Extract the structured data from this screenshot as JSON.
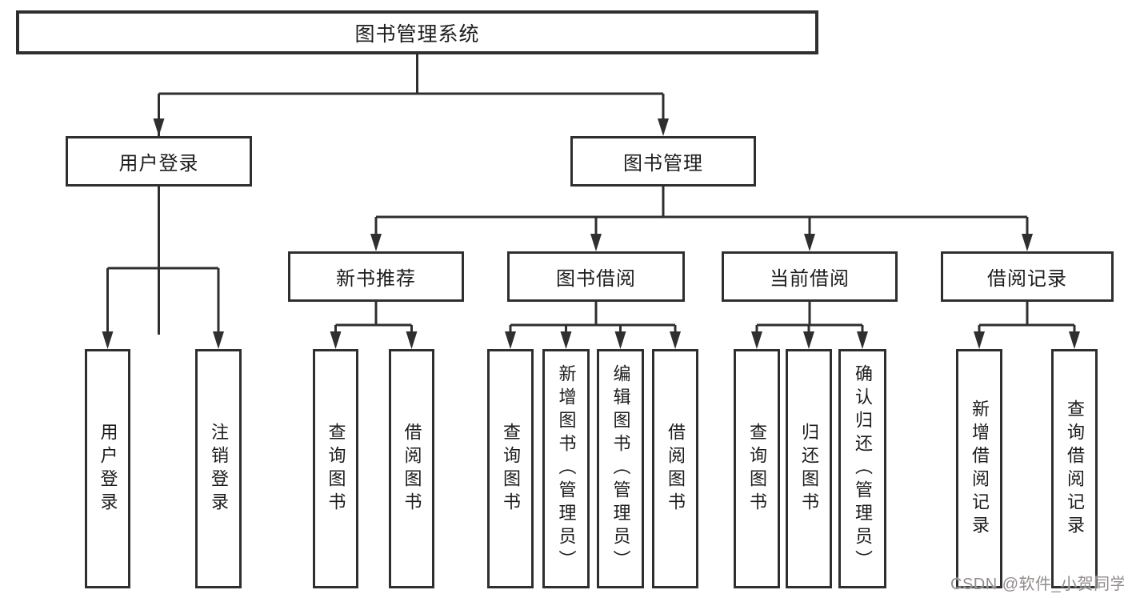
{
  "diagram": {
    "title": "图书管理系统",
    "tree": {
      "root": {
        "label": "图书管理系统",
        "children": [
          {
            "label": "用户登录",
            "children": [
              {
                "label": "用户登录"
              },
              {
                "label": "注销登录"
              }
            ]
          },
          {
            "label": "图书管理",
            "children": [
              {
                "label": "新书推荐",
                "children": [
                  {
                    "label": "查询图书"
                  },
                  {
                    "label": "借阅图书"
                  }
                ]
              },
              {
                "label": "图书借阅",
                "children": [
                  {
                    "label": "查询图书"
                  },
                  {
                    "label": "新增图书（管理员）"
                  },
                  {
                    "label": "编辑图书（管理员）"
                  },
                  {
                    "label": "借阅图书"
                  }
                ]
              },
              {
                "label": "当前借阅",
                "children": [
                  {
                    "label": "查询图书"
                  },
                  {
                    "label": "归还图书"
                  },
                  {
                    "label": "确认归还（管理员）"
                  }
                ]
              },
              {
                "label": "借阅记录",
                "children": [
                  {
                    "label": "新增借阅记录"
                  },
                  {
                    "label": "查询借阅记录"
                  }
                ]
              }
            ]
          }
        ]
      }
    }
  },
  "watermark": {
    "text": "CSDN @软件_小贺同学"
  },
  "colors": {
    "line": "#2f2f2f",
    "text": "#1c1c1c",
    "watermark": "#928c8c"
  }
}
